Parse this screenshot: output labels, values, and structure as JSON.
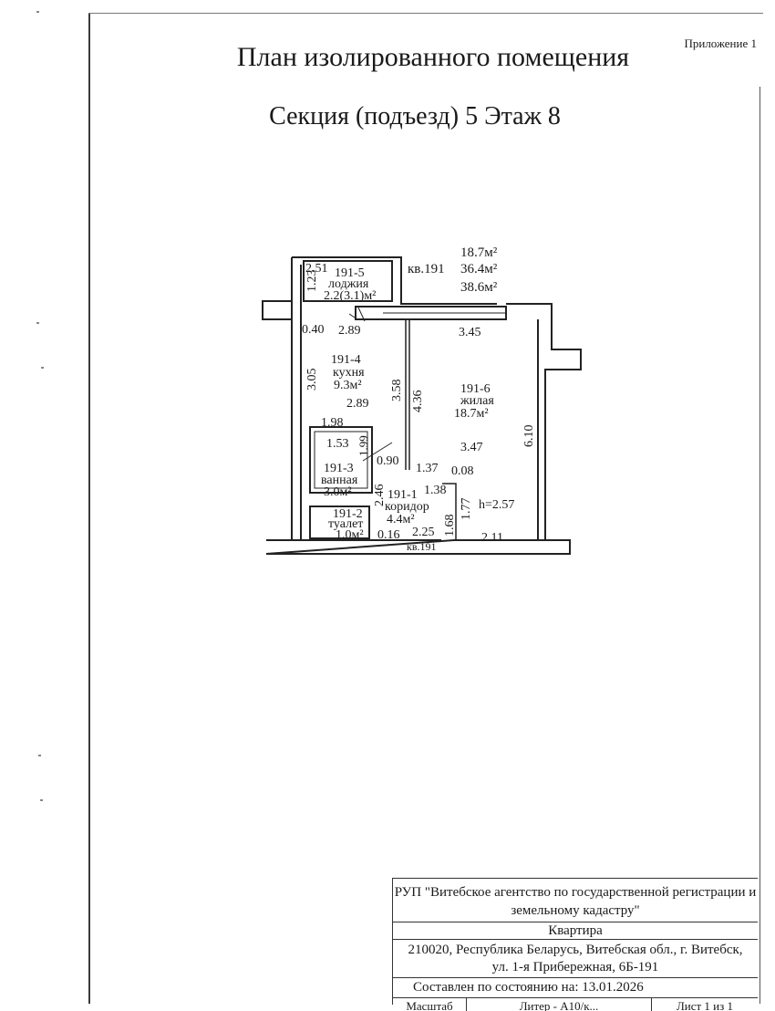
{
  "header": {
    "appendix": "Приложение 1",
    "title": "План изолированного помещения",
    "subtitle": "Секция (подъезд) 5  Этаж 8"
  },
  "plan": {
    "summary": {
      "apt": "кв.191",
      "living_area": "18.7м²",
      "total_area": "36.4м²",
      "total_with_loggia": "38.6м²"
    },
    "rooms": {
      "loggia": {
        "id": "191-5",
        "name": "лоджия",
        "area": "2.2(3.1)м²"
      },
      "kitchen": {
        "id": "191-4",
        "name": "кухня",
        "area": "9.3м²"
      },
      "living": {
        "id": "191-6",
        "name": "жилая",
        "area": "18.7м²"
      },
      "bath": {
        "id": "191-3",
        "name": "ванная",
        "area": "3.0м²"
      },
      "corridor": {
        "id": "191-1",
        "name": "коридор",
        "area": "4.4м²"
      },
      "toilet": {
        "id": "191-2",
        "name": "туалет",
        "area": "1.0м²"
      }
    },
    "dims": {
      "loggia_w": "2.51",
      "loggia_d": "1.23",
      "pier": "0.40",
      "kitchen_top": "2.89",
      "kitchen_side": "3.05",
      "kitchen_w": "2.89",
      "partition_a": "3.58",
      "partition_b": "4.36",
      "living_top": "3.45",
      "living_w": "3.47",
      "living_h": "6.10",
      "bath_top": "1.98",
      "bath_w": "1.53",
      "bath_d": "1.99",
      "door_gap": "0.90",
      "bath_side": "2.46",
      "corr_a": "1.37",
      "corr_b": "0.08",
      "corr_c": "1.38",
      "corr_d": "1.77",
      "ceiling": "h=2.57",
      "toilet_d": "1.68",
      "toilet_gap": "0.16",
      "corr_bottom": "2.25",
      "living_bottom": "2.11"
    },
    "entrance": "кв.191"
  },
  "stamp": {
    "org": "РУП \"Витебское агентство по государственной регистрации и земельному кадастру\"",
    "object": "Квартира",
    "address_line1": "210020, Республика Беларусь, Витебская обл., г. Витебск,",
    "address_line2": "ул. 1-я Прибережная, 6Б-191",
    "date": "Составлен по состоянию на: 13.01.2026",
    "scale": "Масштаб",
    "liter": "Литер - А10/к...",
    "sheet": "Лист 1 из 1"
  }
}
